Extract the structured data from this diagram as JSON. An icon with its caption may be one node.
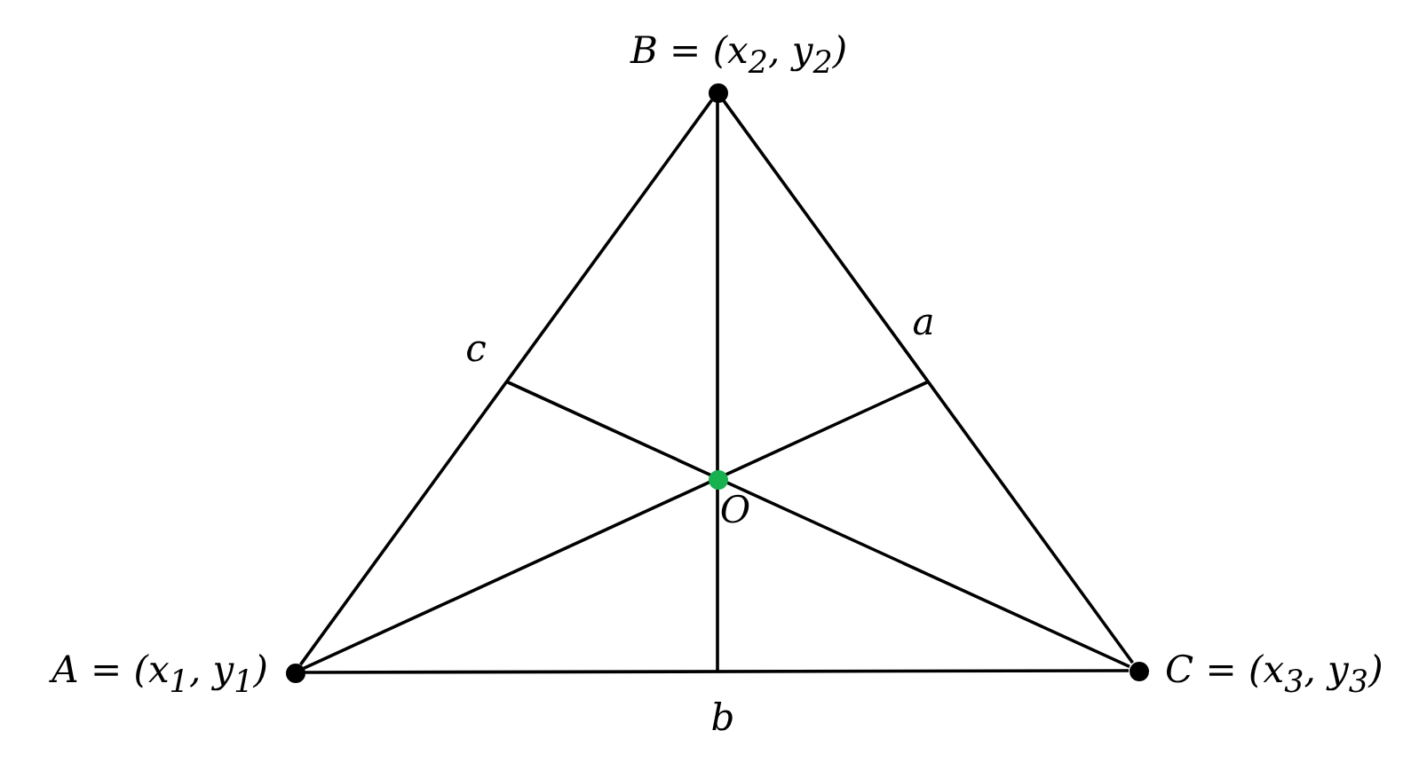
{
  "diagram": {
    "nodes": [
      {
        "text": [
          "B = (x$_{2}$, y$_{2}$)"
        ]
      },
      {
        "text": [
          "A = (x$_{1}$, y$_{1}$)"
        ]
      },
      {
        "text": [
          "C = (x$_{3}$, y$_{3}$)"
        ]
      },
      {
        "text": [
          "O"
        ]
      },
      {
        "text": [
          "c"
        ]
      },
      {
        "text": [
          "a"
        ]
      },
      {
        "text": [
          "b"
        ]
      }
    ],
    "edges": [
      {
        "from": 1,
        "to": 0,
        "arrow": "none"
      },
      {
        "from": 0,
        "to": 2,
        "arrow": "none"
      },
      {
        "from": 1,
        "to": 2,
        "arrow": "none"
      },
      {
        "from": 1,
        "to": 5,
        "arrow": "none"
      },
      {
        "from": 0,
        "to": 6,
        "arrow": "none"
      },
      {
        "from": 2,
        "to": 4,
        "arrow": "none"
      }
    ]
  }
}
